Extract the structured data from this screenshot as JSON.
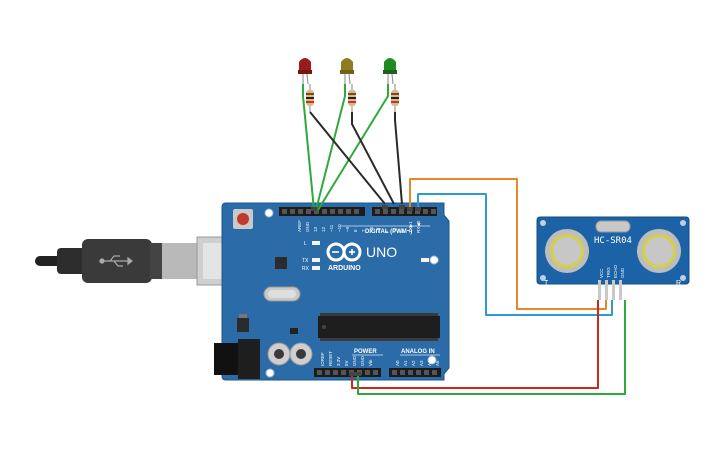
{
  "board": {
    "logo_text": "ARDUINO",
    "model": "UNO",
    "digital_label": "DIGITAL (PWM~)",
    "power_label": "POWER",
    "analog_label": "ANALOG IN",
    "on_label": "ON",
    "led_l": "L",
    "led_tx": "TX",
    "led_rx": "RX",
    "top_pins": [
      "AREF",
      "GND",
      "13",
      "12",
      "~11",
      "~10",
      "~9",
      "8",
      "7",
      "~6",
      "~5",
      "4",
      "~3",
      "2",
      "TX▶1",
      "RX◀0"
    ],
    "power_pins": [
      "IOREF",
      "RESET",
      "3.3V",
      "5V",
      "GND",
      "GND",
      "Vin"
    ],
    "analog_pins": [
      "A0",
      "A1",
      "A2",
      "A3",
      "A4",
      "A5"
    ]
  },
  "sensor": {
    "label": "HC-SR04",
    "pins": [
      "VCC",
      "TRIG",
      "ECHO",
      "GND"
    ],
    "left_mark": "T",
    "right_mark": "R"
  },
  "leds": [
    {
      "name": "red",
      "color": "#9b1b1b"
    },
    {
      "name": "yellow",
      "color": "#8e7d1f"
    },
    {
      "name": "green",
      "color": "#1f8a1f"
    }
  ],
  "colors": {
    "board": "#2a6ba8",
    "board_dark": "#1f5788",
    "sensor": "#1b63a6",
    "wire_green": "#2eaa3c",
    "wire_black": "#2a2a2a",
    "wire_orange": "#e3892a",
    "wire_blue": "#2d9ad6",
    "wire_red": "#d0261c"
  }
}
